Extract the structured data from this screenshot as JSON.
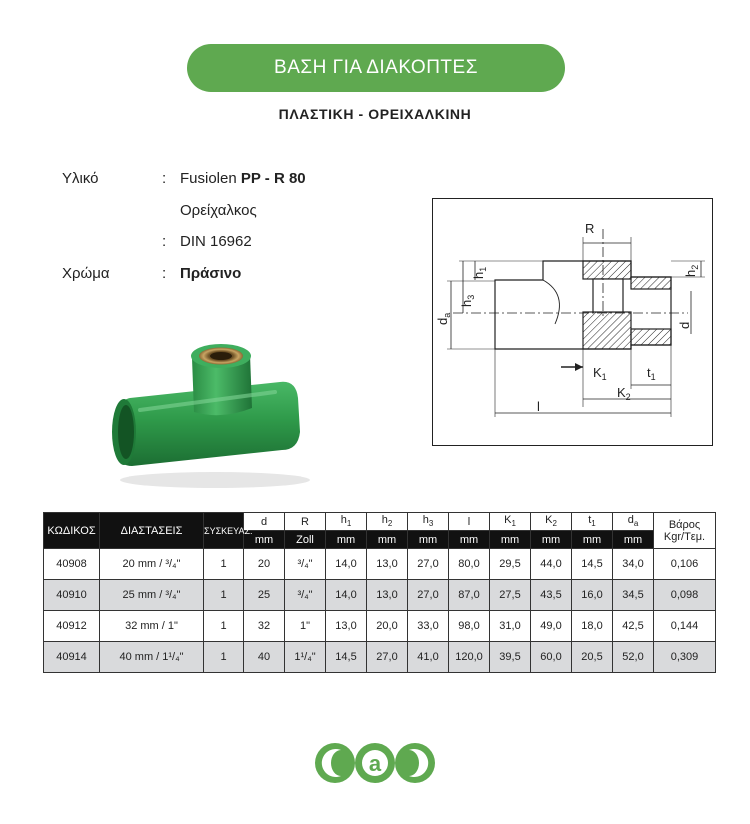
{
  "header": {
    "title": "ΒΑΣΗ ΓΙΑ ΔΙΑΚΟΠΤΕΣ",
    "subtitle": "ΠΛΑΣΤΙΚΗ  - ΟΡΕΙΧΑΛΚΙΝΗ"
  },
  "specs": {
    "material_label": "Υλικό",
    "material_prefix": "Fusiolen ",
    "material_bold": "PP - R 80",
    "material_line2": "Ορείχαλκος",
    "standard": "DIN 16962",
    "color_label": "Χρώμα",
    "color_value": "Πράσινο",
    "colon": ":"
  },
  "diagram": {
    "labels": {
      "R": "R",
      "h1": "h",
      "h1_sub": "1",
      "h2": "h",
      "h2_sub": "2",
      "h3": "h",
      "h3_sub": "3",
      "da": "d",
      "da_sub": "a",
      "d": "d",
      "K1": "K",
      "K1_sub": "1",
      "t1": "t",
      "t1_sub": "1",
      "K2": "K",
      "K2_sub": "2",
      "l": "l"
    }
  },
  "table": {
    "headers": {
      "code": "ΚΩΔΙΚΟΣ",
      "dims": "ΔΙΑΣΤΑΣΕΙΣ",
      "pack": "ΣΥΣΚΕΥΑΣ.",
      "d": "d",
      "R": "R",
      "h1": "h",
      "h2": "h",
      "h3": "h",
      "l": "l",
      "K1": "K",
      "K2": "K",
      "t1": "t",
      "da": "d",
      "sub1": "1",
      "sub2": "2",
      "sub3": "3",
      "suba": "a",
      "weight_line1": "Βάρος",
      "weight_line2": "Kgr/Tεμ."
    },
    "units": {
      "mm": "mm",
      "zoll": "Zoll"
    },
    "rows": [
      {
        "code": "40908",
        "dims": "20 mm / ³/₄\"",
        "pack": "1",
        "d": "20",
        "R": "³/₄\"",
        "h1": "14,0",
        "h2": "13,0",
        "h3": "27,0",
        "l": "80,0",
        "K1": "29,5",
        "K2": "44,0",
        "t1": "14,5",
        "da": "34,0",
        "weight": "0,106"
      },
      {
        "code": "40910",
        "dims": "25 mm / ³/₄\"",
        "pack": "1",
        "d": "25",
        "R": "³/₄\"",
        "h1": "14,0",
        "h2": "13,0",
        "h3": "27,0",
        "l": "87,0",
        "K1": "27,5",
        "K2": "43,5",
        "t1": "16,0",
        "da": "34,5",
        "weight": "0,098"
      },
      {
        "code": "40912",
        "dims": "32 mm / 1\"",
        "pack": "1",
        "d": "32",
        "R": "1\"",
        "h1": "13,0",
        "h2": "20,0",
        "h3": "33,0",
        "l": "98,0",
        "K1": "31,0",
        "K2": "49,0",
        "t1": "18,0",
        "da": "42,5",
        "weight": "0,144"
      },
      {
        "code": "40914",
        "dims": "40 mm / 1¹/₄\"",
        "pack": "1",
        "d": "40",
        "R": "1¹/₄\"",
        "h1": "14,5",
        "h2": "27,0",
        "h3": "41,0",
        "l": "120,0",
        "K1": "39,5",
        "K2": "60,0",
        "t1": "20,5",
        "da": "52,0",
        "weight": "0,309"
      }
    ]
  },
  "colors": {
    "brand_green": "#5fa950",
    "fitting_green": "#2f9a4a",
    "brass": "#b08a4a",
    "header_dark": "#111111",
    "row_alt": "#d9dadc"
  },
  "logo": {
    "letter": "a"
  }
}
